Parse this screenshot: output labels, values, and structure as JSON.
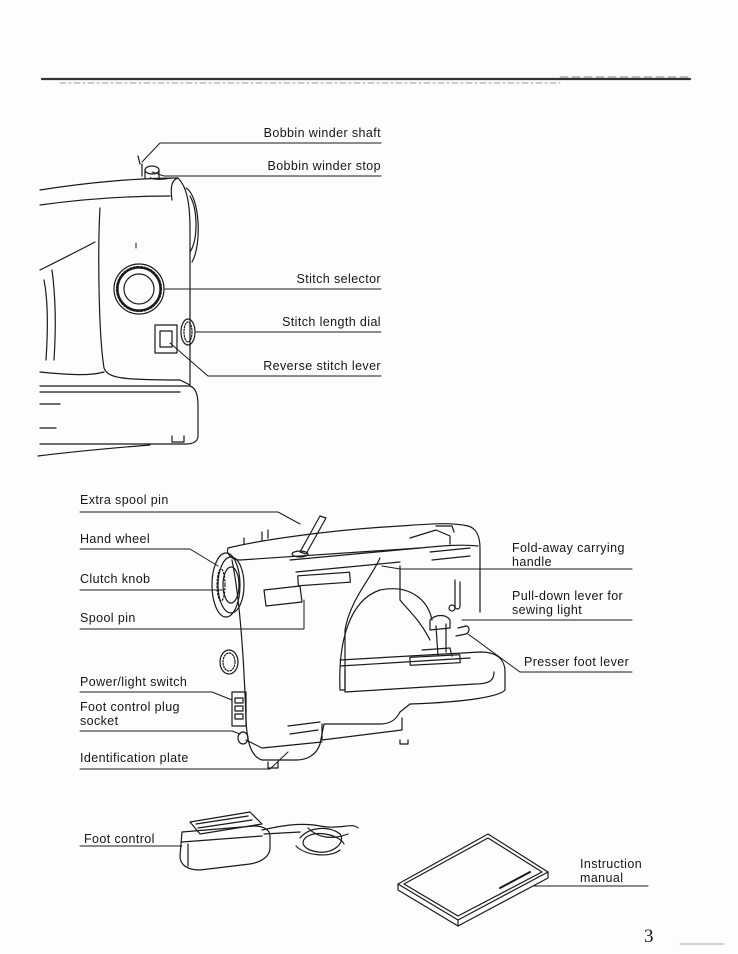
{
  "labels": {
    "bobbin_winder_shaft": "Bobbin winder shaft",
    "bobbin_winder_stop": "Bobbin winder stop",
    "stitch_selector": "Stitch selector",
    "stitch_length_dial": "Stitch length dial",
    "reverse_stitch_lever": "Reverse stitch lever",
    "extra_spool_pin": "Extra spool pin",
    "hand_wheel": "Hand wheel",
    "clutch_knob": "Clutch knob",
    "spool_pin": "Spool pin",
    "power_light_switch": "Power/light switch",
    "foot_control_plug_socket": "Foot control plug socket",
    "identification_plate": "Identification plate",
    "fold_away_carrying_handle": "Fold-away carrying handle",
    "pull_down_lever_sewing_light": "Pull-down lever for sewing light",
    "presser_foot_lever": "Presser foot lever",
    "foot_control": "Foot control",
    "instruction_manual": "Instruction manual"
  },
  "page_number": "3"
}
